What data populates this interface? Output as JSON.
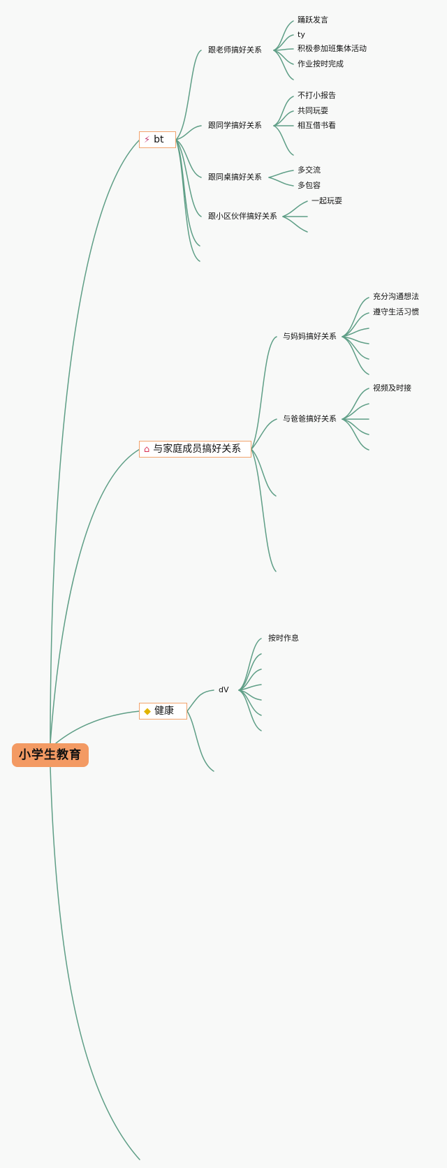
{
  "root": {
    "label": "小学生教育"
  },
  "branches": [
    {
      "label": "bt",
      "icon": "magic-wand-icon",
      "children": [
        {
          "label": "跟老师搞好关系",
          "children": [
            "踊跃发言",
            "ty",
            "积极参加班集体活动",
            "作业按时完成"
          ]
        },
        {
          "label": "跟同学搞好关系",
          "children": [
            "不打小报告",
            "共同玩耍",
            "相互借书看"
          ]
        },
        {
          "label": "跟同桌搞好关系",
          "children": [
            "多交流",
            "多包容"
          ]
        },
        {
          "label": "跟小区伙伴搞好关系",
          "children": [
            "一起玩耍"
          ]
        }
      ]
    },
    {
      "label": "与家庭成员搞好关系",
      "icon": "home-icon",
      "children": [
        {
          "label": "与妈妈搞好关系",
          "children": [
            "充分沟通想法",
            "遵守生活习惯"
          ]
        },
        {
          "label": "与爸爸搞好关系",
          "children": [
            "视频及时接"
          ]
        }
      ]
    },
    {
      "label": "健康",
      "icon": "diamond-icon",
      "children": [
        {
          "label": "dV",
          "children": [
            "按时作息"
          ]
        }
      ]
    }
  ],
  "colors": {
    "link": "#5e9e86",
    "root_fill": "#f39a63",
    "branch_border": "#f2a36d"
  }
}
